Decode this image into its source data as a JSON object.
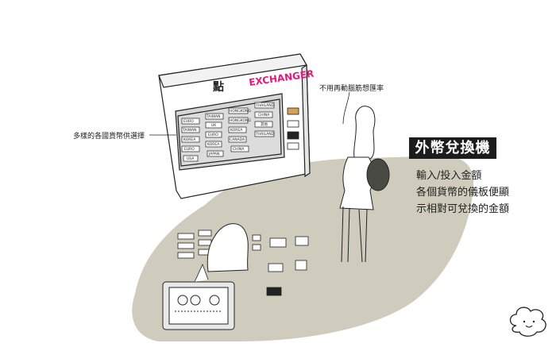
{
  "illustration": {
    "brand_sign": "EXCHANGER",
    "brand_mark": "點",
    "callout_currencies": "多樣的各國貨幣供選擇",
    "callout_no_rate": "不用再動腦筋想匯率",
    "title": "外幣兌換機",
    "description": [
      "輸入/投入金額",
      "各個貨幣的儀板便顯",
      "示相對可兌換的金額"
    ],
    "board_labels": [
      "EURO",
      "TAIWAN",
      "HONGKONG",
      "THAILAND",
      "TAIWAN",
      "UK",
      "HONGKONG",
      "CHINA",
      "KOREA",
      "EURO",
      "KOREA",
      "其他",
      "EURO",
      "KOREA",
      "CANADA",
      "THAILAND",
      "USA",
      "JAPAN",
      "CHINA"
    ],
    "colors": {
      "background": "#ffffff",
      "floor_shape": "#cfccbd",
      "brand": "#e8187a",
      "line": "#222222",
      "bag": "#4a4a44"
    }
  }
}
